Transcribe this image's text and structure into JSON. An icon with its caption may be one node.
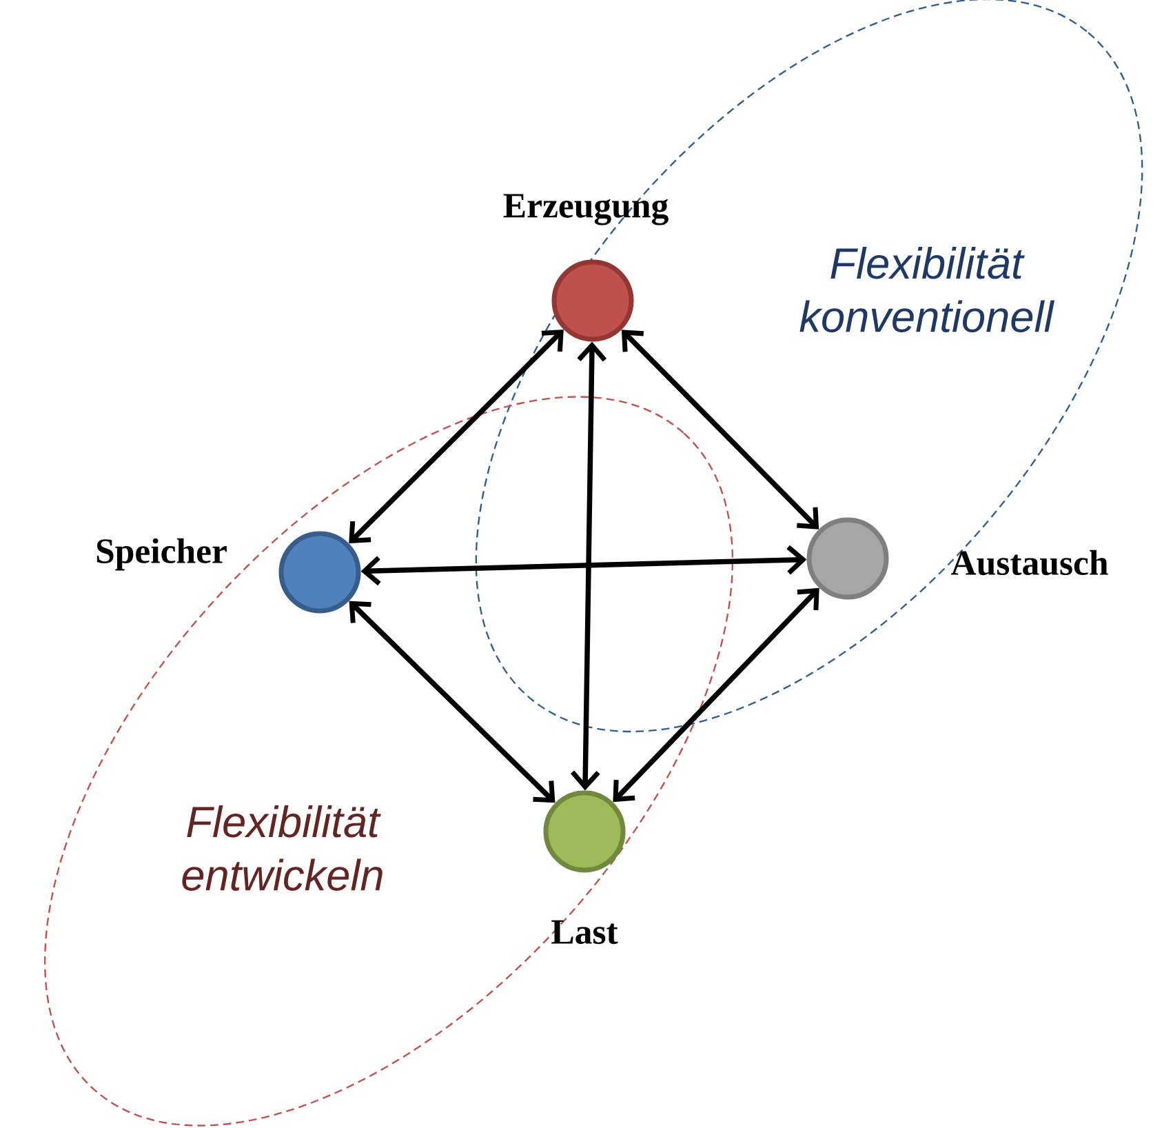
{
  "diagram": {
    "nodes": [
      {
        "text": [
          "Erzeugung"
        ]
      },
      {
        "text": [
          "Speicher"
        ]
      },
      {
        "text": [
          "Austausch"
        ]
      },
      {
        "text": [
          "Last"
        ]
      }
    ],
    "edges": [
      {
        "from": 0,
        "to": 1,
        "arrow": "both"
      },
      {
        "from": 0,
        "to": 2,
        "arrow": "both"
      },
      {
        "from": 0,
        "to": 3,
        "arrow": "both"
      },
      {
        "from": 1,
        "to": 2,
        "arrow": "both"
      },
      {
        "from": 1,
        "to": 3,
        "arrow": "both"
      },
      {
        "from": 2,
        "to": 3,
        "arrow": "both"
      }
    ],
    "labels": [
      "Flexibilität konventionell",
      "Flexibilität entwickeln"
    ]
  }
}
